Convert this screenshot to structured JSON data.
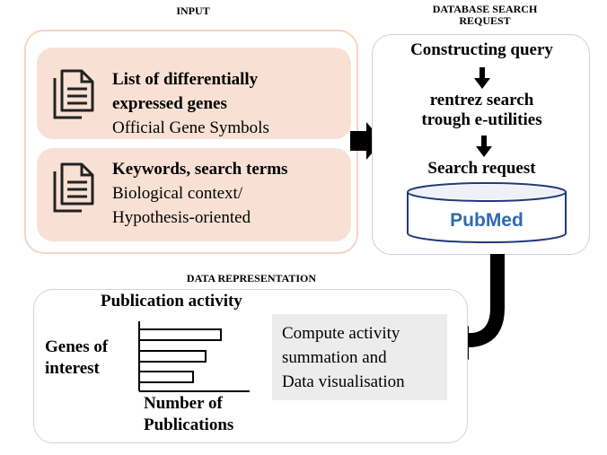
{
  "input": {
    "title": "INPUT",
    "card1": {
      "line1": "List of differentially",
      "line2": "expressed genes",
      "line3": "Official Gene Symbols"
    },
    "card2": {
      "line1": "Keywords, search terms",
      "line2": "Biological context/",
      "line3": "Hypothesis-oriented"
    }
  },
  "database_search": {
    "title_line1": "DATABASE SEARCH",
    "title_line2": "REQUEST",
    "step1": "Constructing query",
    "step2_line1": "rentrez search",
    "step2_line2": "trough e-utilities",
    "step3": "Search request",
    "database_logo_text": "PubMed"
  },
  "data_representation": {
    "title": "DATA REPRESENTATION",
    "chart_title": "Publication activity",
    "y_label_line1": "Genes of",
    "y_label_line2": "interest",
    "x_label_line1": "Number of",
    "x_label_line2": "Publications",
    "compute_line1": "Compute activity",
    "compute_line2": "summation and",
    "compute_line3": "Data visualisation"
  },
  "colors": {
    "input_card_fill": "#f8e1d4",
    "input_border": "#f4d5c6",
    "pubmed_blue": "#2e6ab0",
    "compute_fill": "#ececec"
  },
  "icons": [
    "document-stack-icon",
    "document-stack-icon",
    "database-cylinder-icon",
    "arrow-right-icon",
    "arrow-down-icon",
    "curved-arrow-icon"
  ]
}
